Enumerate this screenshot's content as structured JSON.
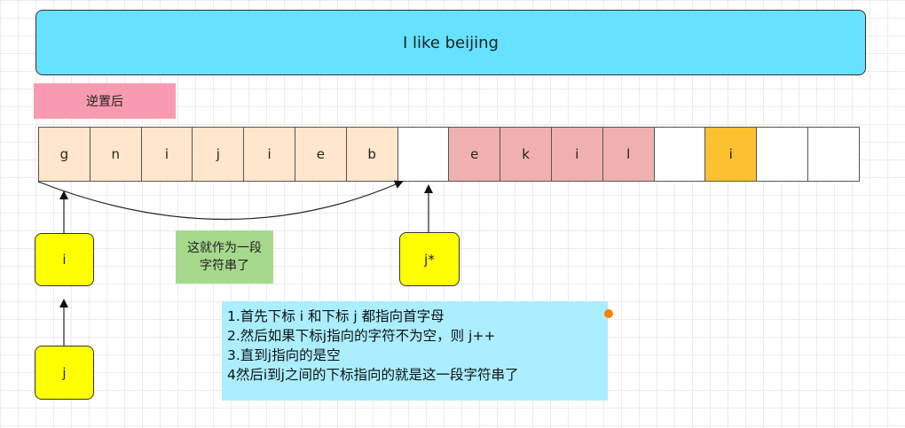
{
  "title": "I like beijing",
  "label": "逆置后",
  "cells": [
    {
      "char": "g",
      "color": "#ffe6cc"
    },
    {
      "char": "n",
      "color": "#ffe6cc"
    },
    {
      "char": "i",
      "color": "#ffe6cc"
    },
    {
      "char": "j",
      "color": "#ffe6cc"
    },
    {
      "char": "i",
      "color": "#ffe6cc"
    },
    {
      "char": "e",
      "color": "#ffe6cc"
    },
    {
      "char": "b",
      "color": "#ffe6cc"
    },
    {
      "char": "",
      "color": "#ffffff"
    },
    {
      "char": "e",
      "color": "#f0b0b0"
    },
    {
      "char": "k",
      "color": "#f0b0b0"
    },
    {
      "char": "i",
      "color": "#f0b0b0"
    },
    {
      "char": "l",
      "color": "#f0b0b0"
    },
    {
      "char": "",
      "color": "#ffffff"
    },
    {
      "char": "i",
      "color": "#fdc02f"
    },
    {
      "char": "",
      "color": "#ffffff"
    },
    {
      "char": "",
      "color": "#ffffff"
    }
  ],
  "pointers": {
    "i": "i",
    "j": "j",
    "j_star": "j*"
  },
  "note": {
    "line1": "这就作为一段",
    "line2": "字符串了"
  },
  "steps": [
    "1.首先下标 i 和下标 j 都指向首字母",
    "2.然后如果下标j指向的字符不为空，则 j++",
    "3.直到j指向的是空",
    "4然后i到j之间的下标指向的就是这一段字符串了"
  ],
  "colors": {
    "title_bg": "#66e2ff",
    "label_bg": "#f89bb0",
    "pointer_bg": "#ffff00",
    "note_bg": "#a6d98c",
    "steps_bg": "#aaeeff",
    "dot": "#ff8000"
  }
}
